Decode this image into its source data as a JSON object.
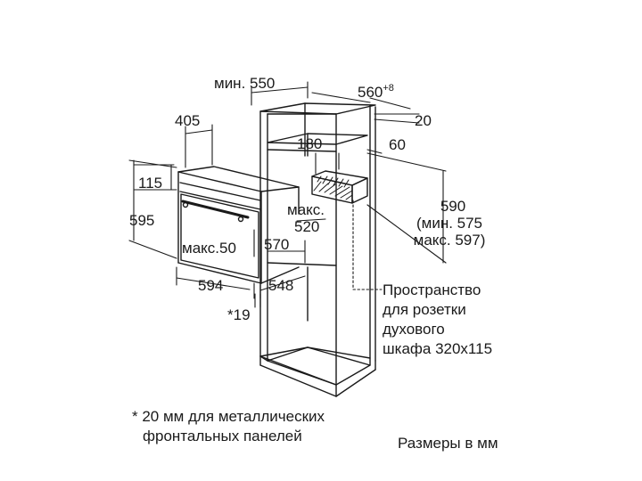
{
  "labels": {
    "min_550": "мин. 550",
    "w560": "560",
    "w560_sup": "+8",
    "d20": "20",
    "d405": "405",
    "d180": "180",
    "d60": "60",
    "d115": "115",
    "d595": "595",
    "maks": "макс.",
    "d520": "520",
    "d590": "590",
    "min_575": "(мин. 575",
    "maks_597": "макс. 597)",
    "maks50": "макс.50",
    "d570": "570",
    "d594": "594",
    "d548": "548",
    "star19": "*19",
    "socket_line1": "Пространство",
    "socket_line2": "для розетки",
    "socket_line3": "духового",
    "socket_line4": "шкафа 320x115"
  },
  "footnote": {
    "line1": "* 20 мм для металлических",
    "line2": "фронтальных панелей"
  },
  "units_note": "Размеры в мм",
  "colors": {
    "line": "#1a1a1a",
    "text": "#1a1a1a",
    "background": "#ffffff"
  }
}
